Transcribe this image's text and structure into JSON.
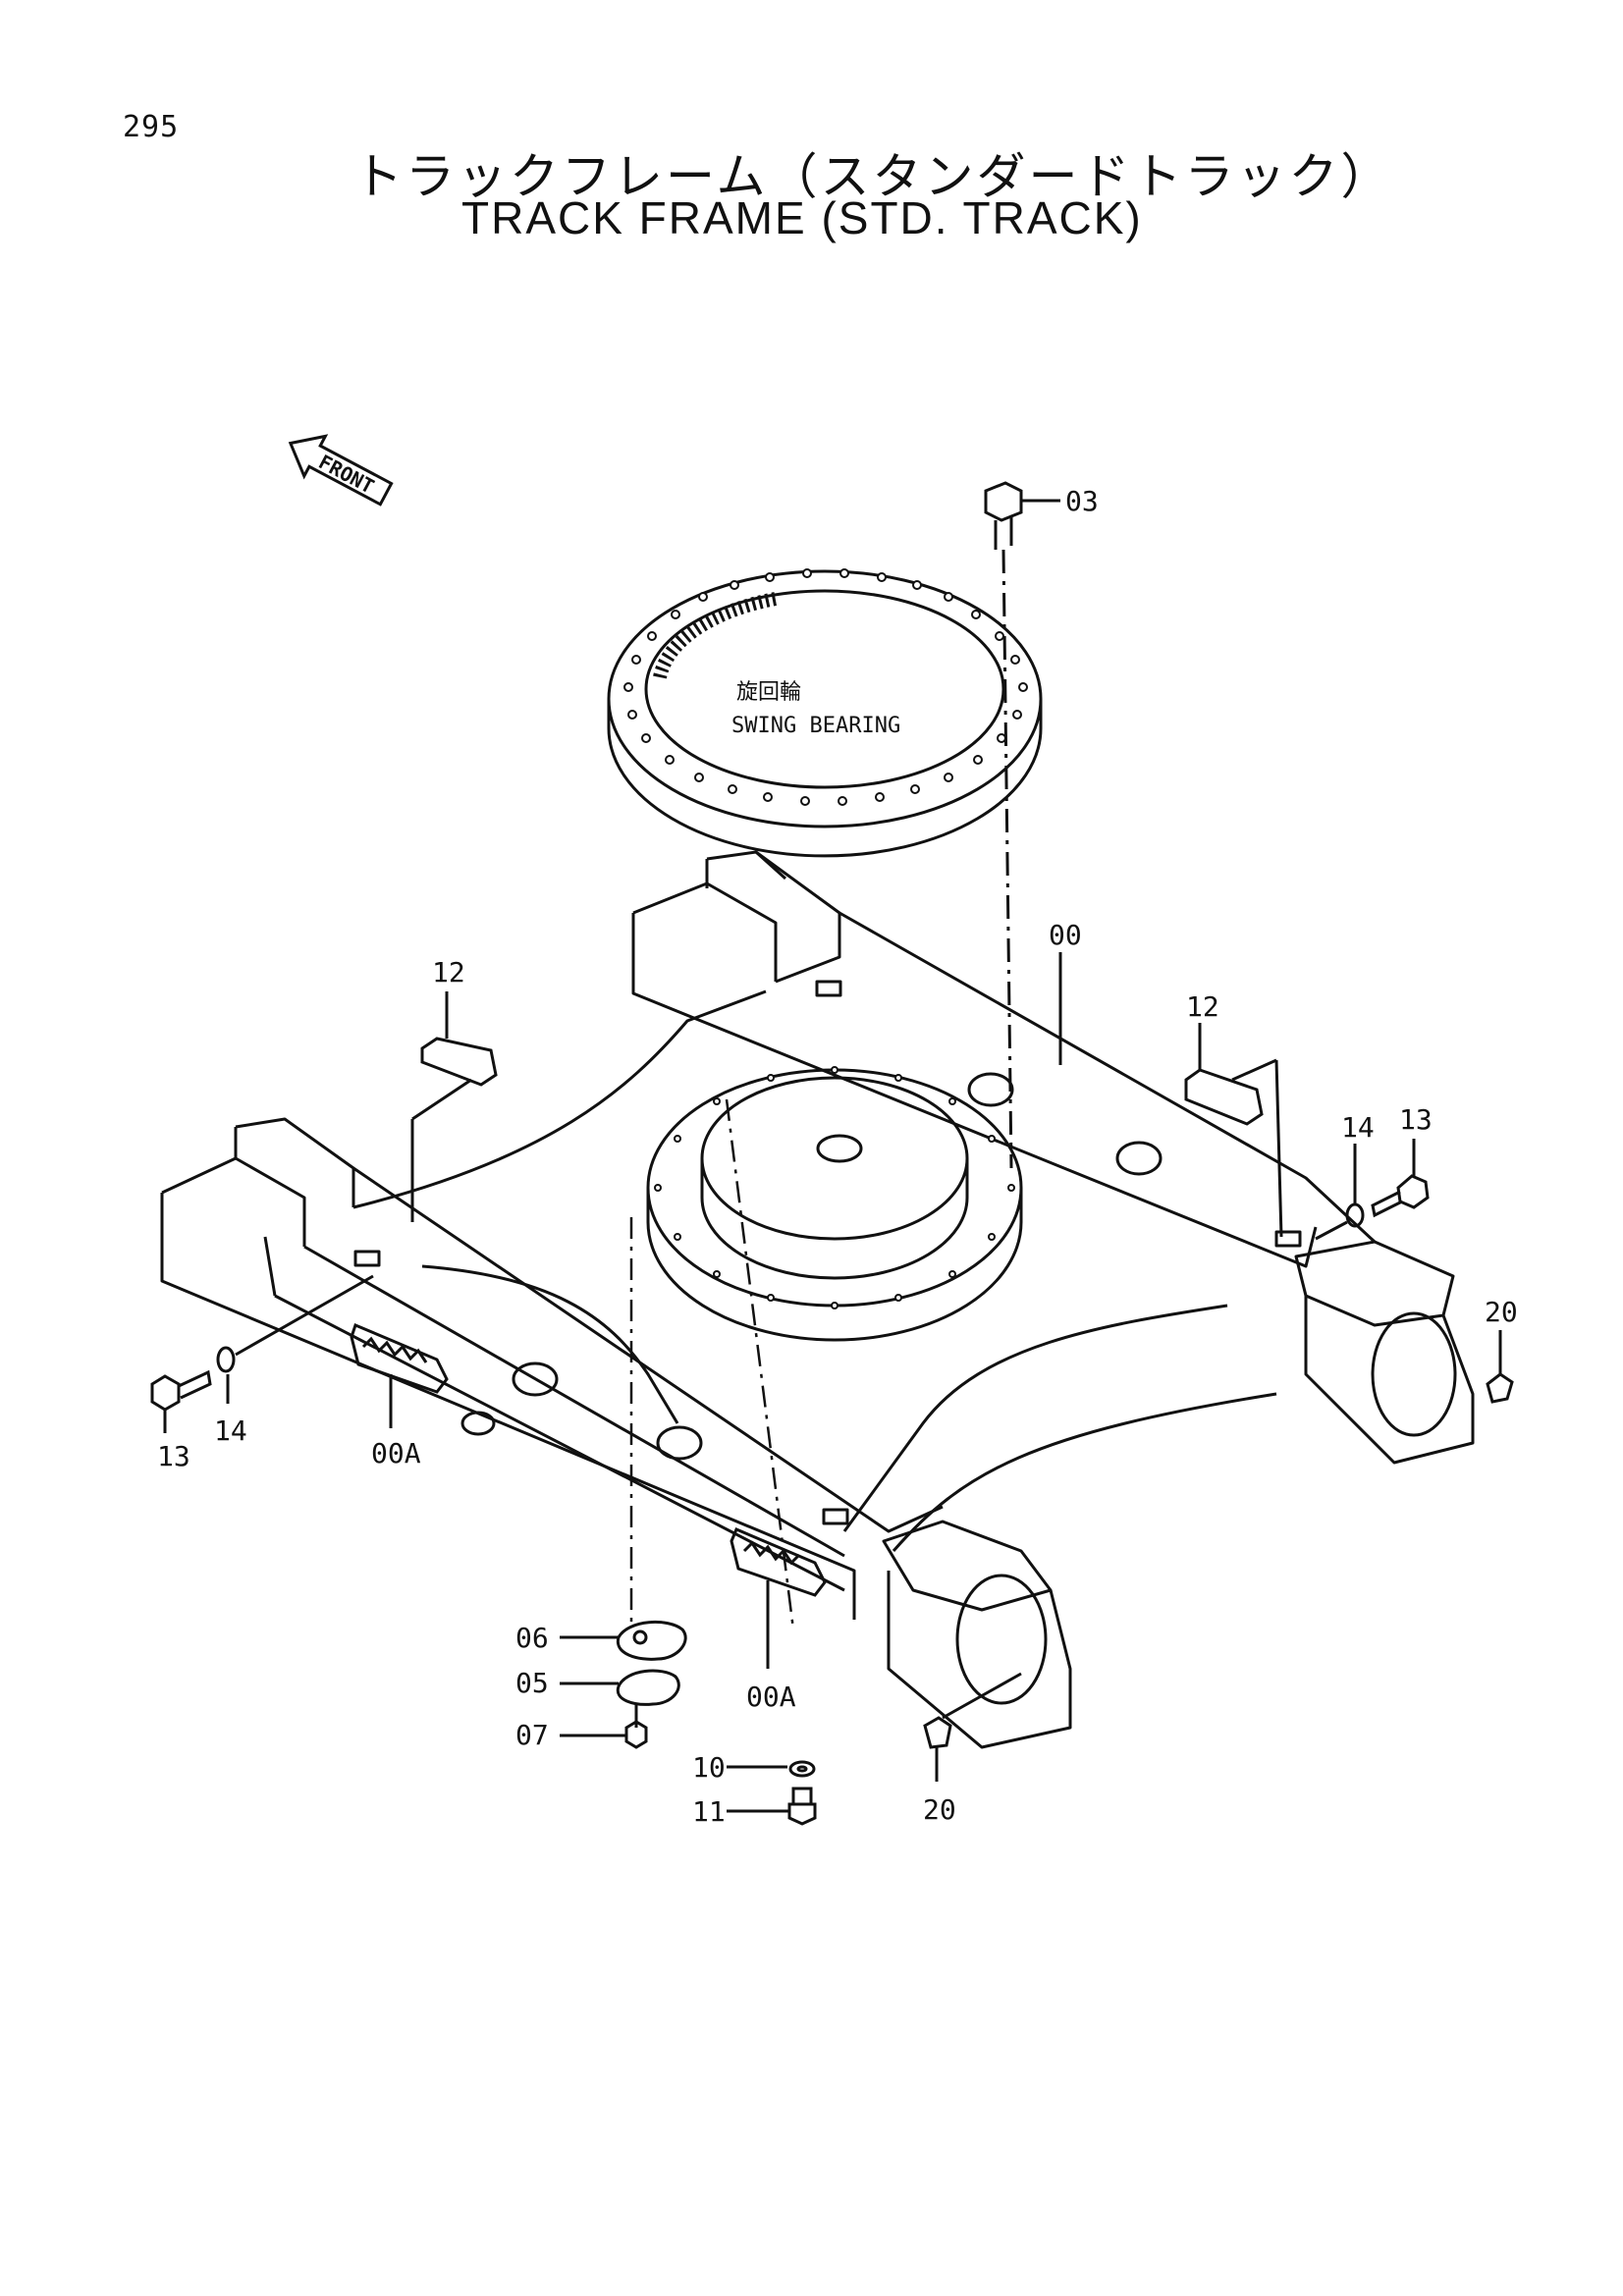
{
  "page": {
    "number": "295",
    "title_jp": "トラックフレーム（スタンダードトラック）",
    "title_en": "TRACK FRAME (STD. TRACK)"
  },
  "labels": {
    "front": "FRONT",
    "swing_bearing_jp": "旋回輪",
    "swing_bearing_en": "SWING BEARING"
  },
  "callouts": {
    "p00": "00",
    "p00a_left": "00A",
    "p00a_right": "00A",
    "p03": "03",
    "p05": "05",
    "p06": "06",
    "p07": "07",
    "p10": "10",
    "p11": "11",
    "p12_left": "12",
    "p12_right": "12",
    "p13_left": "13",
    "p13_right": "13",
    "p14_left": "14",
    "p14_right": "14",
    "p20_right": "20",
    "p20_bottom": "20"
  }
}
